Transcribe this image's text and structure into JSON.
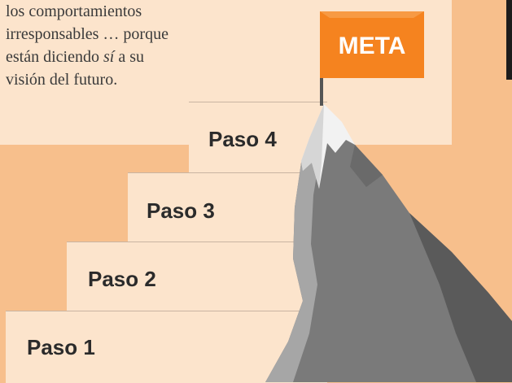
{
  "quote": {
    "line1": "los comportamientos",
    "line2": "irresponsables … porque",
    "line3_pre": "están diciendo ",
    "line3_em": "sí",
    "line3_post": " a su",
    "line4": "visión del futuro."
  },
  "flag": {
    "label": "META"
  },
  "steps": [
    {
      "label": "Paso 1"
    },
    {
      "label": "Paso 2"
    },
    {
      "label": "Paso 3"
    },
    {
      "label": "Paso 4"
    }
  ],
  "colors": {
    "background": "#f7bf8c",
    "card": "#fce4cc",
    "flag": "#f5831f",
    "mountain": "#7a7a7a",
    "snow": "#f2f2f2"
  }
}
